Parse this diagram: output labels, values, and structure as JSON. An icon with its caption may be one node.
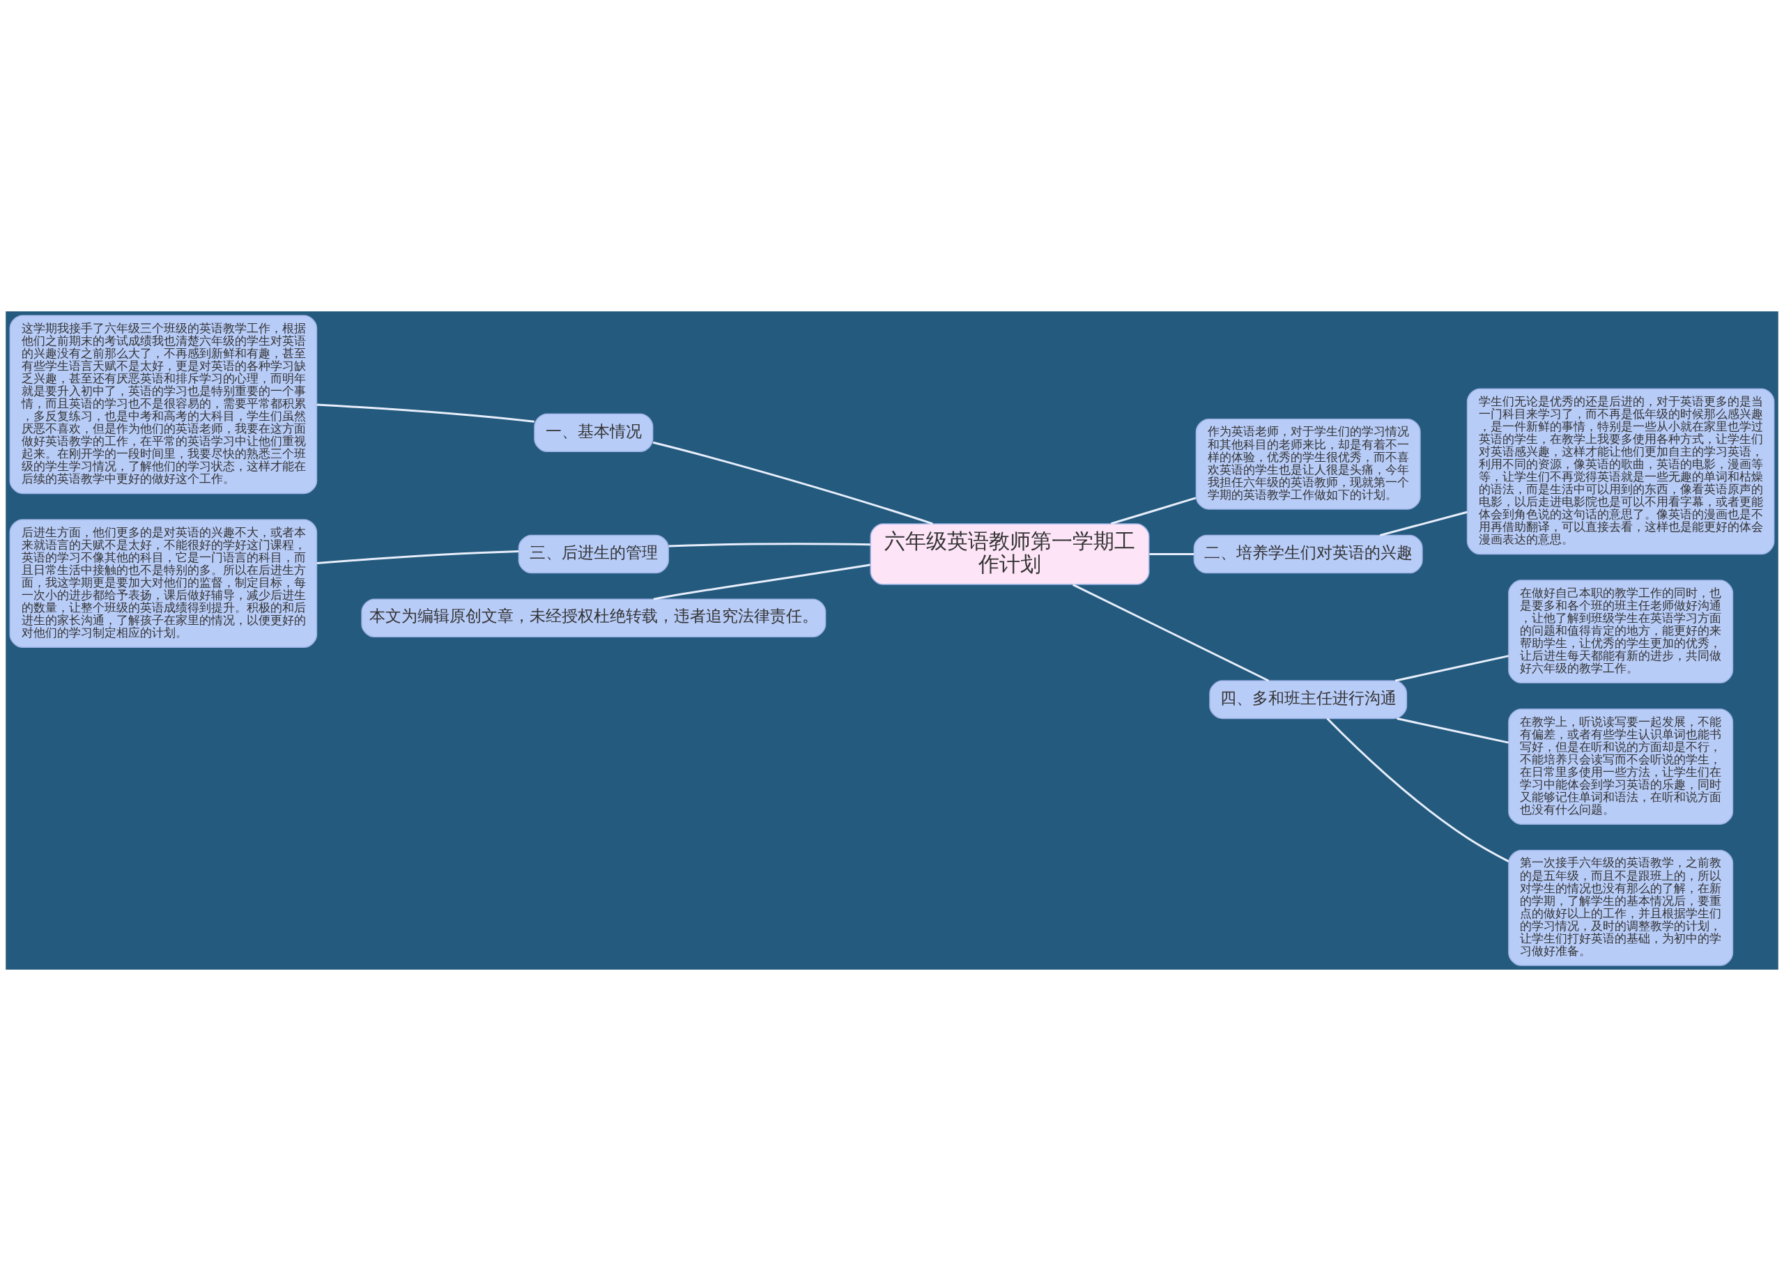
{
  "diagram": {
    "nodes": [
      {
        "text": [
          "六年级英语教师第一学期工作计划"
        ]
      },
      {
        "text": [
          "一、基本情况"
        ]
      },
      {
        "text": [
          "这学期我接手了六年级三个班级的英语教学工作，根据他们之前期末的考试成绩我也清楚六年级的学生对英语的兴趣没有之前那么大了，不再感到新鲜和有趣，甚至有些学生语言天赋不是太好，更是对英语的各种学习缺乏兴趣，甚至还有厌恶英语和排斥学习的心理，而明年就是要升入初中了，英语的学习也是特别重要的一个事情，而且英语的学习也不是很容易的，需要平常都积累，多反复练习，也是中考和高考的大科目，学生们虽然厌恶不喜欢，但是作为他们的英语老师，我要在这方面做好英语教学的工作，在平常的英语学习中让他们重视起来。在刚开学的一段时间里，我要尽快的熟悉三个班级的学生学习情况，了解他们的学习状态，这样才能在后续的英语教学中更好的做好这个工作。"
        ]
      },
      {
        "text": [
          "三、后进生的管理"
        ]
      },
      {
        "text": [
          "后进生方面，他们更多的是对英语的兴趣不大，或者本来就语言的天赋不是太好，不能很好的学好这门课程，英语的学习不像其他的科目，它是一门语言的科目，而且日常生活中接触的也不是特别的多。所以在后进生方面，我这学期更是要加大对他们的监督，制定目标，每一次小的进步都给予表扬，课后做好辅导，减少后进生的数量，让整个班级的英语成绩得到提升。积极的和后进生的家长沟通，了解孩子在家里的情况，以便更好的对他们的学习制定相应的计划。"
        ]
      },
      {
        "text": [
          "本文为编辑原创文章，未经授权杜绝转载，违者追究法律责任。"
        ]
      },
      {
        "text": [
          "作为英语老师，对于学生们的学习情况和其他科目的老师来比，却是有着不一样的体验，优秀的学生很优秀，而不喜欢英语的学生也是让人很是头痛，今年我担任六年级的英语教师，现就第一个学期的英语教学工作做如下的计划。"
        ]
      },
      {
        "text": [
          "二、培养学生们对英语的兴趣"
        ]
      },
      {
        "text": [
          "学生们无论是优秀的还是后进的，对于英语更多的是当一门科目来学习了，而不再是低年级的时候那么感兴趣，是一件新鲜的事情，特别是一些从小就在家里也学过英语的学生，在教学上我要多使用各种方式，让学生们对英语感兴趣，这样才能让他们更加自主的学习英语，利用不同的资源，像英语的歌曲，英语的电影，漫画等等，让学生们不再觉得英语就是一些无趣的单词和枯燥的语法，而是生活中可以用到的东西，像看英语原声的电影，以后走进电影院也是可以不用看字幕，或者更能体会到角色说的这句话的意思了。像英语的漫画也是不用再借助翻译，可以直接去看，这样也是能更好的体会漫画表达的意思。"
        ]
      },
      {
        "text": [
          "四、多和班主任进行沟通"
        ]
      },
      {
        "text": [
          "在做好自己本职的教学工作的同时，也是要多和各个班的班主任老师做好沟通，让他了解到班级学生在英语学习方面的问题和值得肯定的地方，能更好的来帮助学生，让优秀的学生更加的优秀，让后进生每天都能有新的进步，共同做好六年级的教学工作。"
        ]
      },
      {
        "text": [
          "在教学上，听说读写要一起发展，不能有偏差，或者有些学生认识单词也能书写好，但是在听和说的方面却是不行，不能培养只会读写而不会听说的学生，在日常里多使用一些方法，让学生们在学习中能体会到学习英语的乐趣，同时又能够记住单词和语法，在听和说方面也没有什么问题。"
        ]
      },
      {
        "text": [
          "第一次接手六年级的英语教学，之前教的是五年级，而且不是跟班上的，所以对学生的情况也没有那么的了解，在新的学期，了解学生的基本情况后，要重点的做好以上的工作，并且根据学生们的学习情况，及时的调整教学的计划，让学生们打好英语的基础，为初中的学习做好准备。"
        ]
      }
    ],
    "edges": [
      {
        "from": 0,
        "to": 1,
        "arrow": "none"
      },
      {
        "from": 1,
        "to": 2,
        "arrow": "none"
      },
      {
        "from": 0,
        "to": 3,
        "arrow": "none"
      },
      {
        "from": 3,
        "to": 4,
        "arrow": "none"
      },
      {
        "from": 0,
        "to": 5,
        "arrow": "none"
      },
      {
        "from": 0,
        "to": 6,
        "arrow": "none"
      },
      {
        "from": 0,
        "to": 7,
        "arrow": "none"
      },
      {
        "from": 7,
        "to": 8,
        "arrow": "none"
      },
      {
        "from": 0,
        "to": 9,
        "arrow": "none"
      },
      {
        "from": 9,
        "to": 10,
        "arrow": "none"
      },
      {
        "from": 9,
        "to": 11,
        "arrow": "none"
      },
      {
        "from": 9,
        "to": 12,
        "arrow": "none"
      }
    ]
  }
}
